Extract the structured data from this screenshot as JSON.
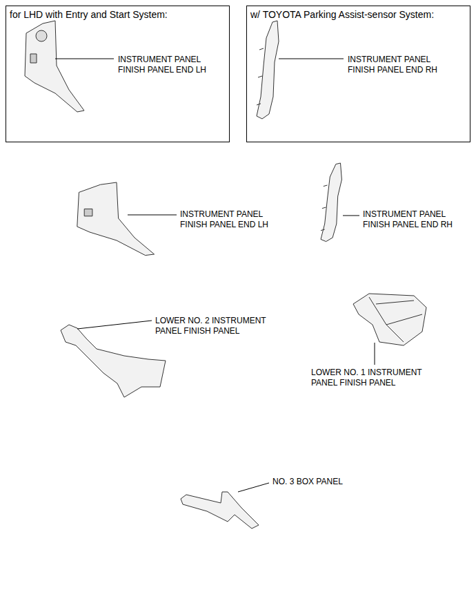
{
  "diagram": {
    "nodes": [
      {
        "text": [
          "for LHD with Entry and Start System:",
          "INSTRUMENT PANEL FINISH PANEL END LH"
        ]
      },
      {
        "text": [
          "w/ TOYOTA Parking Assist-sensor System:",
          "INSTRUMENT PANEL FINISH PANEL END RH"
        ]
      }
    ],
    "labels": [
      "INSTRUMENT PANEL FINISH PANEL END LH",
      "INSTRUMENT PANEL FINISH PANEL END RH",
      "LOWER NO. 2 INSTRUMENT PANEL FINISH PANEL",
      "LOWER NO. 1 INSTRUMENT PANEL FINISH PANEL",
      "NO. 3 BOX PANEL"
    ]
  }
}
